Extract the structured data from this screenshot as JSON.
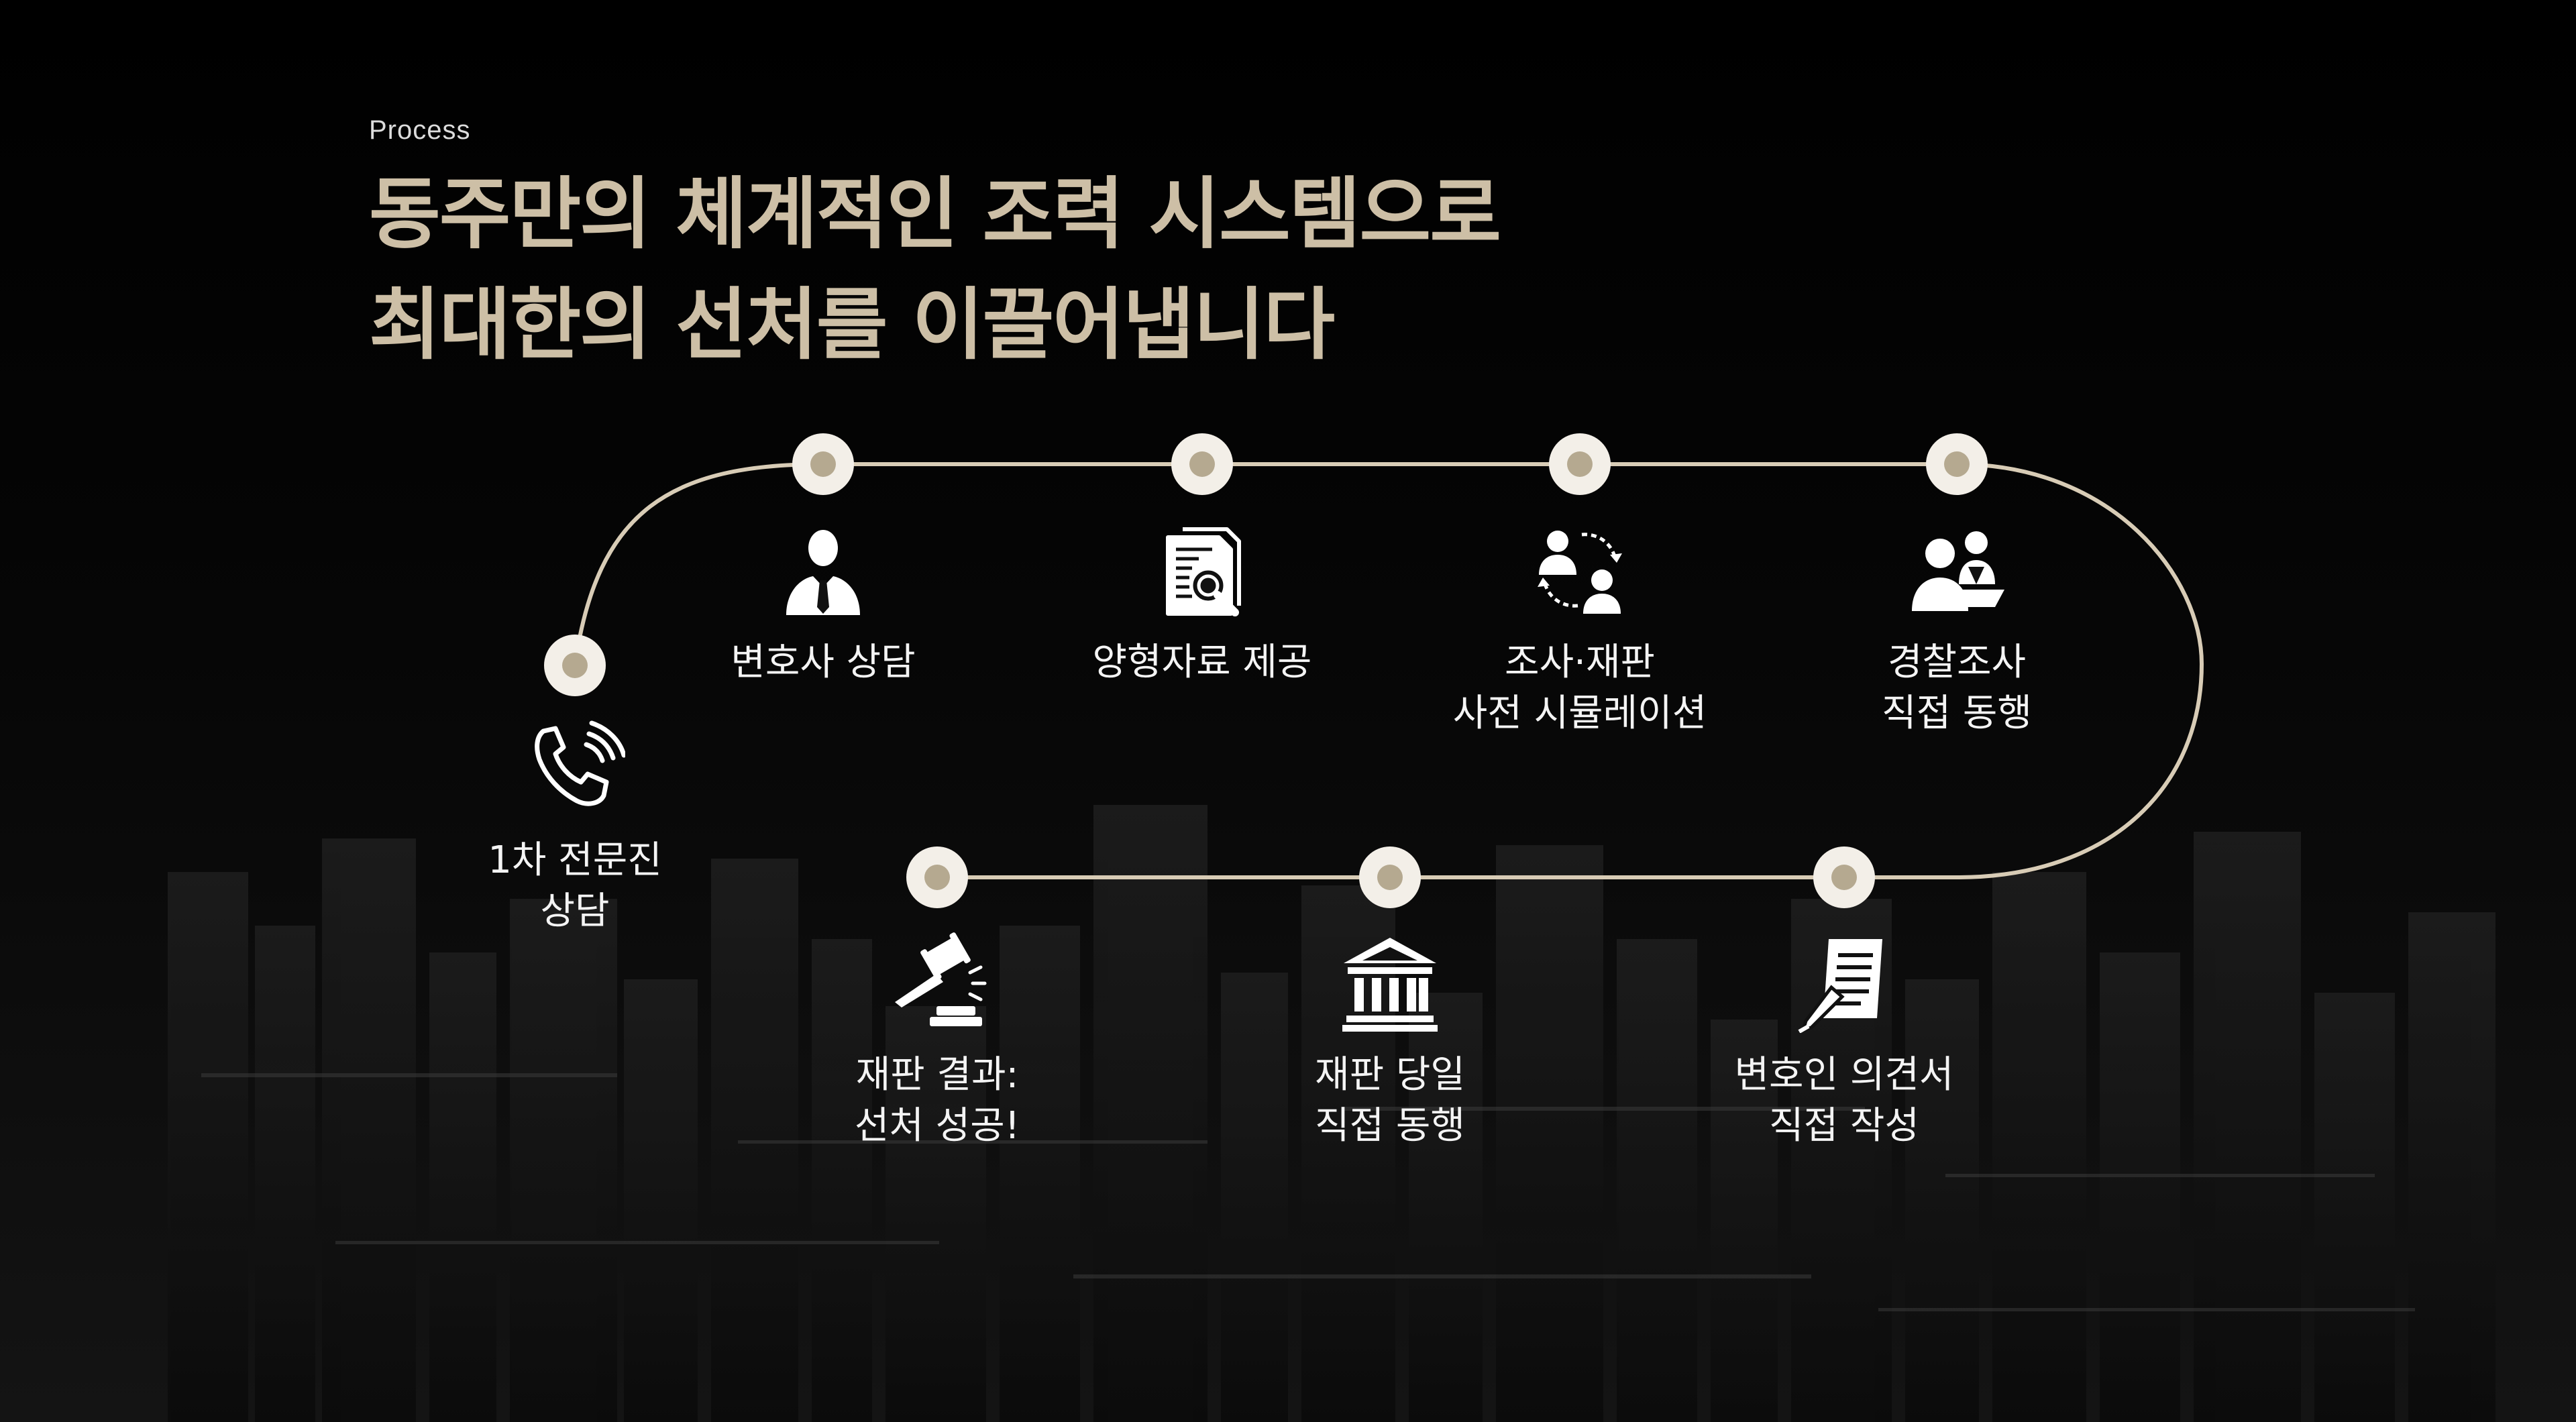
{
  "header": {
    "eyebrow": "Process",
    "headline_line1": "동주만의 체계적인 조력 시스템으로",
    "headline_line2": "최대한의 선처를 이끌어냅니다"
  },
  "colors": {
    "background": "#000000",
    "headline": "#cdbfa6",
    "track": "#d8ccb6",
    "node_outer": "#f3efe8",
    "node_inner": "#b5a990",
    "label": "#f4f4f4"
  },
  "steps": [
    {
      "icon": "phone-icon",
      "line1": "1차 전문진",
      "line2": "상담"
    },
    {
      "icon": "lawyer-icon",
      "line1": "변호사 상담",
      "line2": ""
    },
    {
      "icon": "document-search-icon",
      "line1": "양형자료 제공",
      "line2": ""
    },
    {
      "icon": "exchange-people-icon",
      "line1": "조사·재판",
      "line2": "사전 시뮬레이션"
    },
    {
      "icon": "police-interview-icon",
      "line1": "경찰조사",
      "line2": "직접 동행"
    },
    {
      "icon": "writing-document-icon",
      "line1": "변호인 의견서",
      "line2": "직접 작성"
    },
    {
      "icon": "courthouse-icon",
      "line1": "재판 당일",
      "line2": "직접 동행"
    },
    {
      "icon": "gavel-icon",
      "line1": "재판 결과:",
      "line2": "선처 성공!"
    }
  ]
}
